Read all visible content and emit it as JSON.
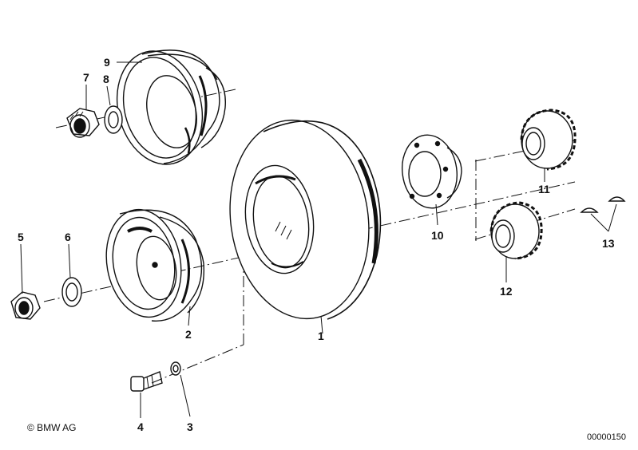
{
  "callouts": [
    {
      "id": "1",
      "text": "1"
    },
    {
      "id": "2",
      "text": "2"
    },
    {
      "id": "3",
      "text": "3"
    },
    {
      "id": "4",
      "text": "4"
    },
    {
      "id": "5",
      "text": "5"
    },
    {
      "id": "6",
      "text": "6"
    },
    {
      "id": "7",
      "text": "7"
    },
    {
      "id": "8",
      "text": "8"
    },
    {
      "id": "9",
      "text": "9"
    },
    {
      "id": "10",
      "text": "10"
    },
    {
      "id": "11",
      "text": "11"
    },
    {
      "id": "12",
      "text": "12"
    },
    {
      "id": "13",
      "text": "13"
    }
  ],
  "footer": {
    "copyright": "© BMW AG",
    "diagram_number": "00000150"
  },
  "colors": {
    "ink": "#111111",
    "paper": "#ffffff"
  }
}
